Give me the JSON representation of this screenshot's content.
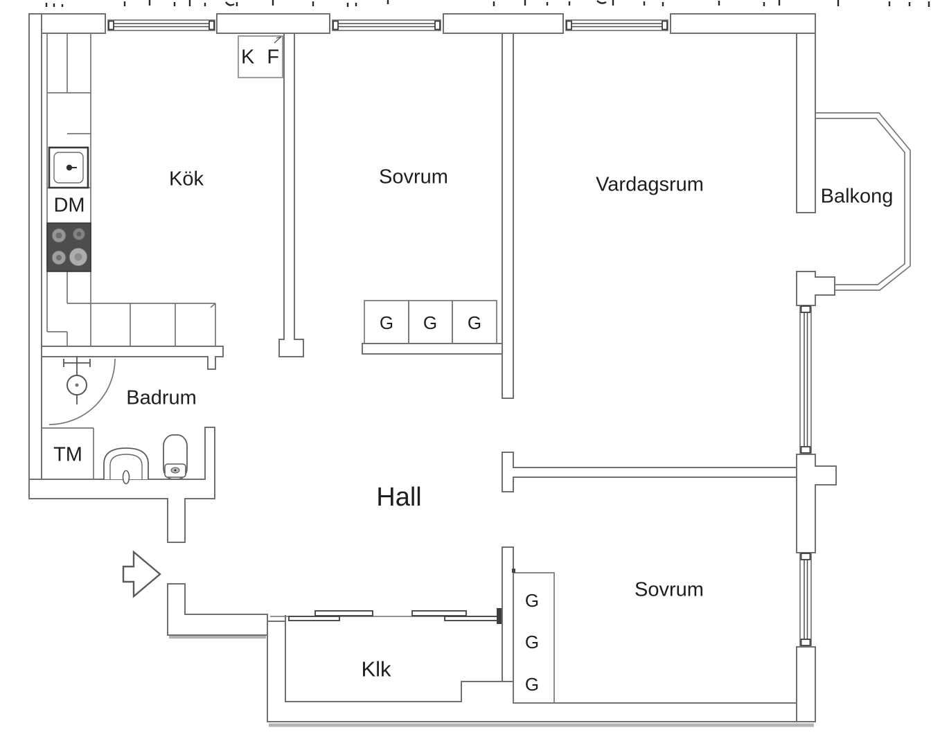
{
  "rooms": {
    "kitchen": "Kök",
    "bedroom_top": "Sovrum",
    "living_room": "Vardagsrum",
    "balcony": "Balkong",
    "bathroom": "Badrum",
    "hall": "Hall",
    "closet": "Klk",
    "bedroom_bottom": "Sovrum"
  },
  "appliances": {
    "fridge_freezer": "K F",
    "dishwasher": "DM",
    "washing_machine": "TM"
  },
  "wardrobes": {
    "bedroom_top": [
      "G",
      "G",
      "G"
    ],
    "bedroom_bottom": [
      "G",
      "G",
      "G"
    ]
  },
  "icons": {
    "entrance_arrow": "block-arrow-right",
    "window": "double-line-window-symbol",
    "sliding_door": "offset-panel-sliding-door",
    "sink": "kitchen-sink-with-faucet",
    "stove": "four-burner-stove",
    "shower": "corner-shower-with-arc",
    "toilet": "toilet-top-view",
    "bidet": "hand-basin-top-view"
  },
  "colors": {
    "background": "#ffffff",
    "wall_line": "#6f6f6f",
    "dark_line": "#3c3c3c",
    "text": "#1e1e1e",
    "stove_fill": "#4d4d4d"
  }
}
